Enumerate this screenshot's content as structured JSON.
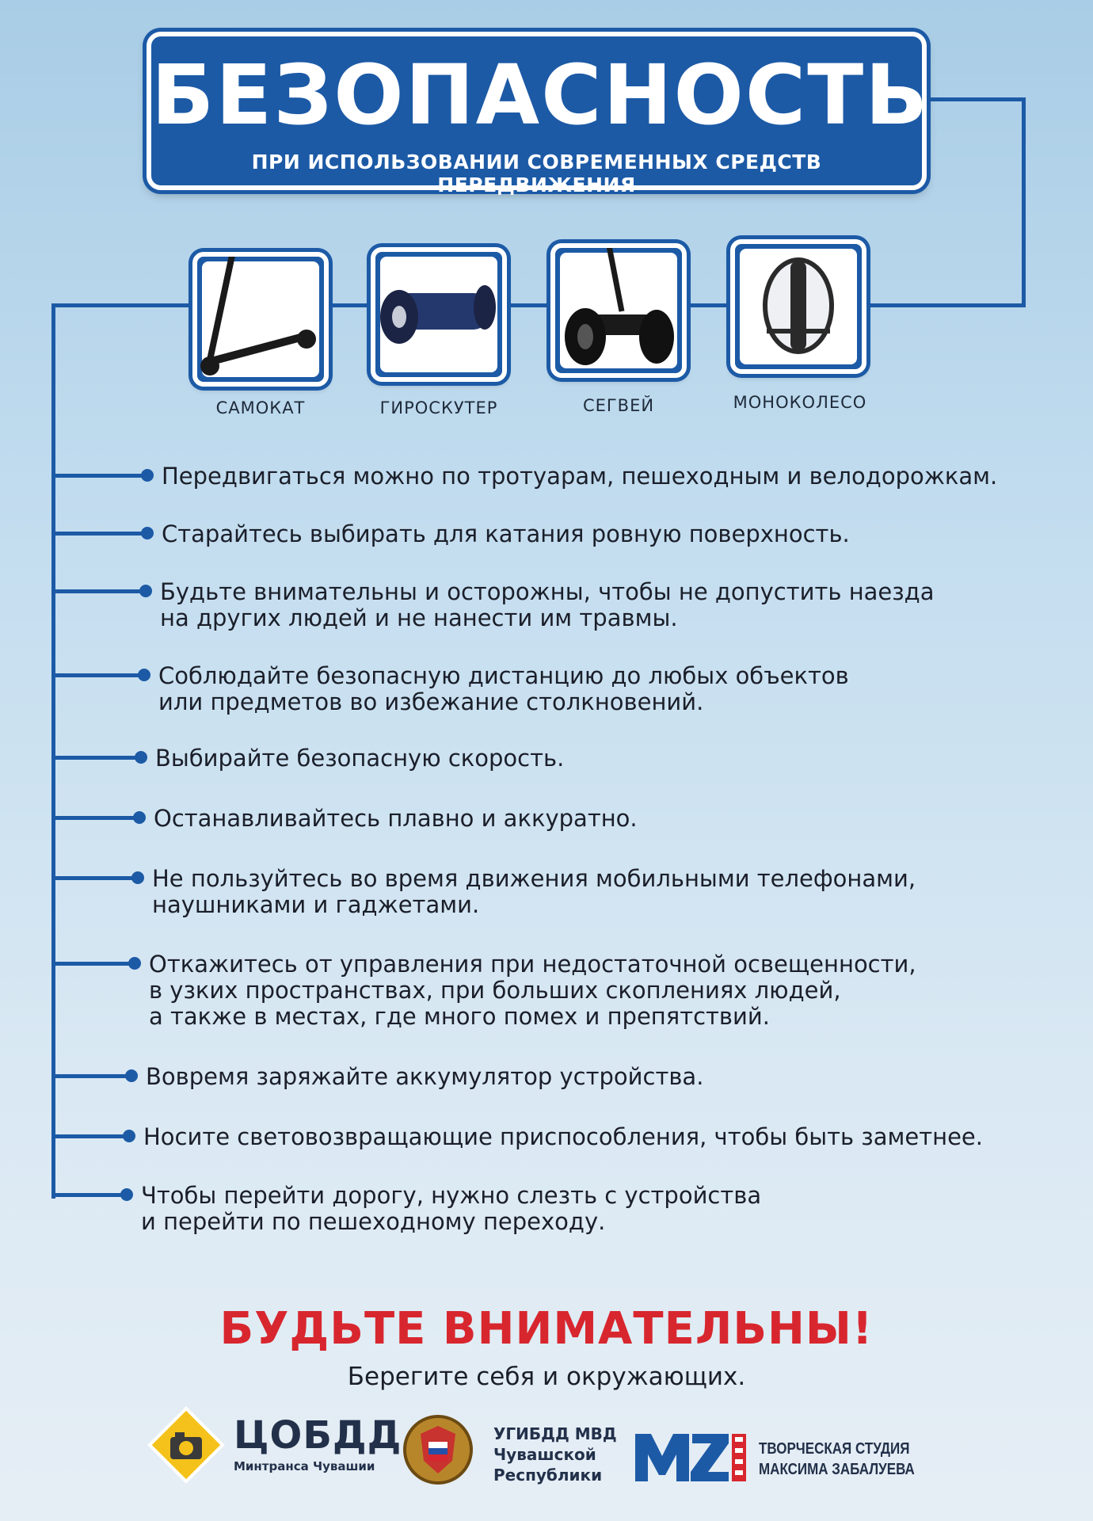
{
  "header": {
    "title": "БЕЗОПАСНОСТЬ",
    "subtitle": "ПРИ ИСПОЛЬЗОВАНИИ СОВРЕМЕННЫХ СРЕДСТВ ПЕРЕДВИЖЕНИЯ"
  },
  "vehicles": [
    {
      "label": "САМОКАТ",
      "icon": "scooter-icon"
    },
    {
      "label": "ГИРОСКУТЕР",
      "icon": "hoverboard-icon"
    },
    {
      "label": "СЕГВЕЙ",
      "icon": "segway-icon"
    },
    {
      "label": "МОНОКОЛЕСО",
      "icon": "monowheel-icon"
    }
  ],
  "rules": [
    {
      "lines": [
        "Передвигаться можно по тротуарам, пешеходным и велодорожкам."
      ]
    },
    {
      "lines": [
        "Старайтесь выбирать для катания ровную поверхность."
      ]
    },
    {
      "lines": [
        "Будьте внимательны и осторожны, чтобы не допустить наезда",
        "на других людей и не нанести им травмы."
      ]
    },
    {
      "lines": [
        "Соблюдайте безопасную дистанцию до любых объектов",
        "или предметов во избежание столкновений."
      ]
    },
    {
      "lines": [
        "Выбирайте безопасную скорость."
      ]
    },
    {
      "lines": [
        "Останавливайтесь плавно и аккуратно."
      ]
    },
    {
      "lines": [
        "Не пользуйтесь во время движения мобильными телефонами,",
        "наушниками и гаджетами."
      ]
    },
    {
      "lines": [
        "Откажитесь от управления при недостаточной освещенности,",
        "в узких пространствах, при больших скоплениях людей,",
        "а также в местах, где много помех и препятствий."
      ]
    },
    {
      "lines": [
        "Вовремя заряжайте аккумулятор устройства."
      ]
    },
    {
      "lines": [
        "Носите световозвращающие приспособления, чтобы быть заметнее."
      ]
    },
    {
      "lines": [
        "Чтобы перейти дорогу, нужно слезть с устройства",
        "и перейти по пешеходному переходу."
      ]
    }
  ],
  "footer": {
    "warning": "БУДЬТЕ ВНИМАТЕЛЬНЫ!",
    "subwarning": "Берегите себя и окружающих.",
    "logos": {
      "cobdd_name": "ЦОБДД",
      "cobdd_sub": "Минтранса Чувашии",
      "ugibdd_l1": "УГИБДД МВД",
      "ugibdd_l2": "Чувашской",
      "ugibdd_l3": "Республики",
      "studio_l1": "ТВОРЧЕСКАЯ СТУДИЯ",
      "studio_l2": "МАКСИМА ЗАБАЛУЕВА"
    }
  },
  "colors": {
    "brand_blue": "#1c5aa6",
    "warning_red": "#d8262e"
  }
}
